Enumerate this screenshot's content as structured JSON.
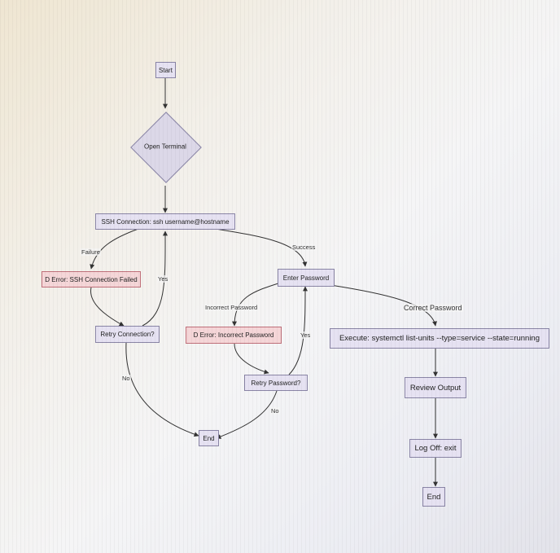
{
  "nodes": {
    "start": "Start",
    "open_terminal": "Open Terminal",
    "ssh_connection": "SSH Connection: ssh username@hostname",
    "ssh_error": "D Error: SSH Connection Failed",
    "retry_connection": "Retry Connection?",
    "enter_password": "Enter Password",
    "password_error": "D Error: Incorrect Password",
    "retry_password": "Retry Password?",
    "execute": "Execute: systemctl list-units --type=service --state=running",
    "review_output": "Review Output",
    "log_off": "Log Off: exit",
    "end_left": "End",
    "end_right": "End"
  },
  "edge_labels": {
    "failure": "Failure",
    "success": "Success",
    "yes_connection": "Yes",
    "no_connection": "No",
    "incorrect_password": "Incorrect Password",
    "correct_password": "Correct Password",
    "yes_password": "Yes",
    "no_password": "No"
  },
  "colors": {
    "node_fill": "#e6e2f2",
    "error_fill": "#f5d6d8",
    "edge": "#333333"
  }
}
